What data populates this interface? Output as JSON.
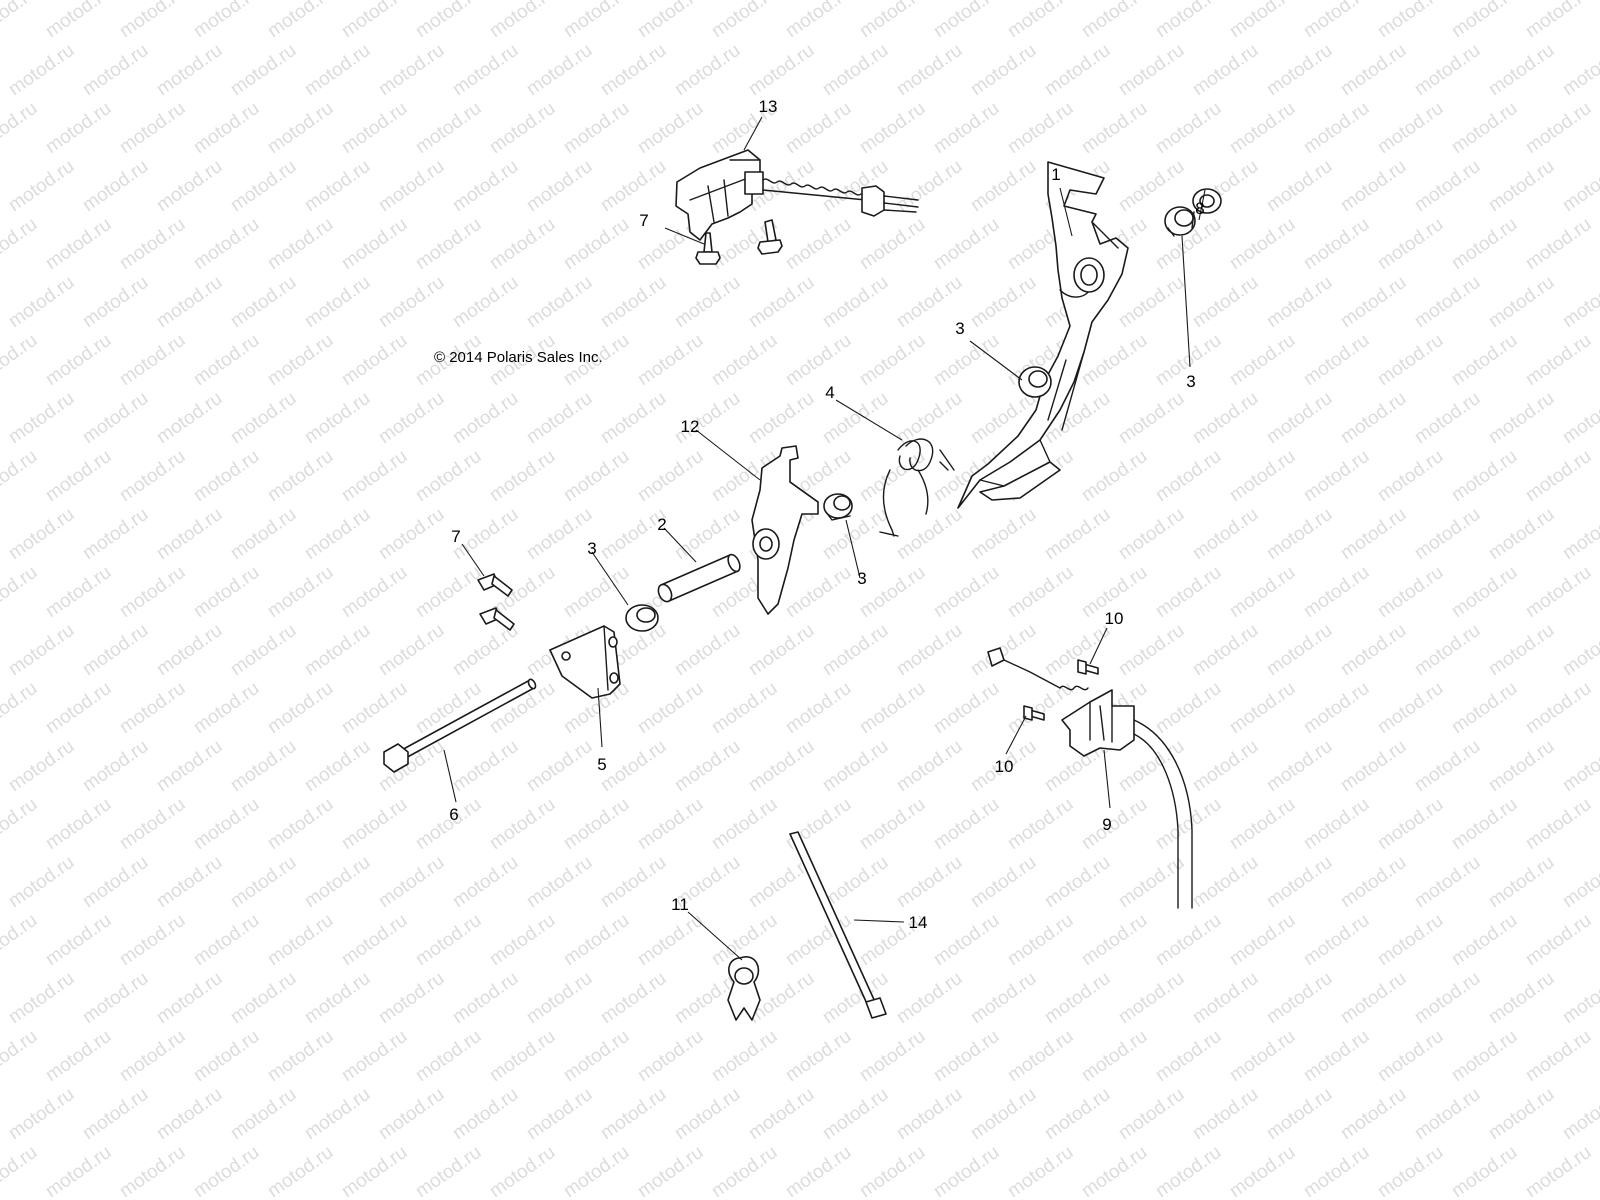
{
  "watermark": "motod.ru",
  "copyright": "© 2014 Polaris Sales Inc.",
  "callouts": [
    "13",
    "7",
    "1",
    "8",
    "3",
    "3",
    "3",
    "4",
    "12",
    "3",
    "2",
    "3",
    "7",
    "10",
    "5",
    "10",
    "6",
    "9",
    "11",
    "14"
  ]
}
